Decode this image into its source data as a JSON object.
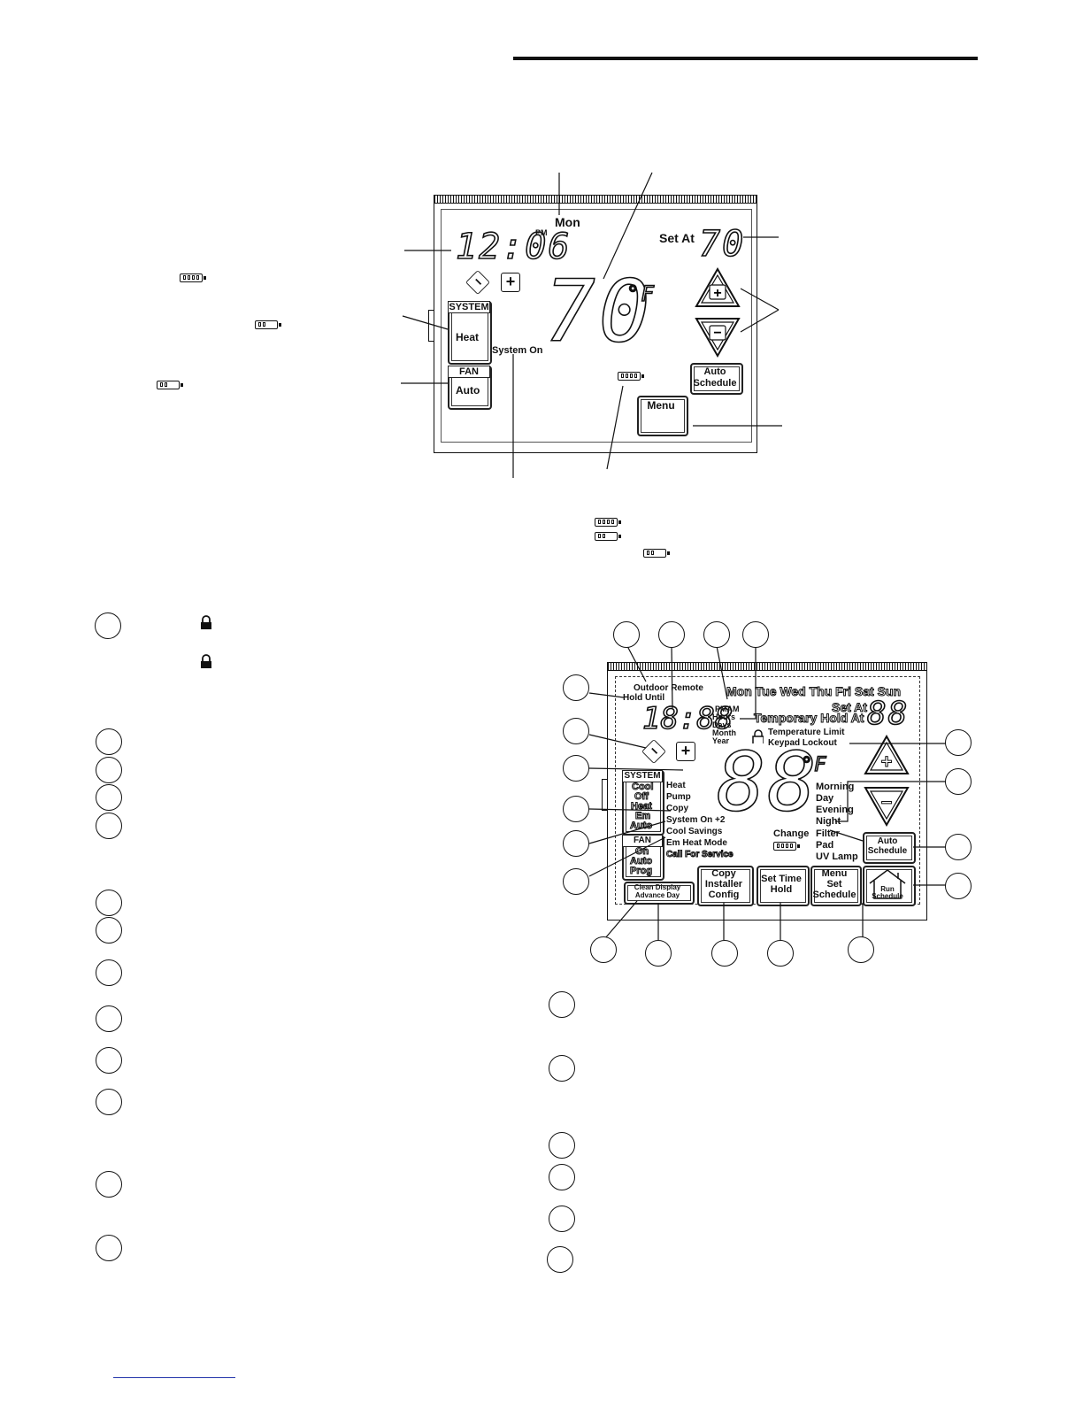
{
  "diagram1": {
    "day": "Mon",
    "clock": "12:06",
    "clock_suffix": "PM",
    "temperature": "70",
    "degree_unit": "°F",
    "set_at_label": "Set At",
    "set_at_value": "70",
    "system_header": "SYSTEM",
    "system_mode": "Heat",
    "fan_header": "FAN",
    "fan_mode": "Auto",
    "system_on": "System On",
    "auto_schedule_line1": "Auto",
    "auto_schedule_line2": "Schedule",
    "menu_button": "Menu",
    "minus": "−",
    "plus": "+"
  },
  "diagram2": {
    "outdoor_remote": "Outdoor Remote",
    "hold_until": "Hold Until",
    "days": "Mon Tue Wed Thu Fri Sat Sun",
    "clock": "18:88",
    "pmam": "PMAM",
    "hours": "Hours",
    "days_unit": "Days",
    "month": "Month",
    "year": "Year",
    "set_at_label": "Set At",
    "temporary_hold": "Temporary Hold At",
    "set_at_value": "88",
    "temp_limit": "Temperature Limit",
    "keypad_lockout": "Keypad Lockout",
    "temperature": "88",
    "degree_unit": "°F",
    "system_header": "SYSTEM",
    "system_modes": [
      "Cool",
      "Off",
      "Heat",
      "Em",
      "Auto"
    ],
    "fan_header": "FAN",
    "fan_modes": [
      "On",
      "Auto",
      "Prog"
    ],
    "status_lines": [
      "Heat",
      "Pump",
      "Copy",
      "System On +2",
      "Cool Savings",
      "Em Heat Mode",
      "Call For Service"
    ],
    "periods": [
      "Morning",
      "Day",
      "Evening",
      "Night"
    ],
    "change": "Change",
    "filter_items": [
      "Filter",
      "Pad",
      "UV Lamp"
    ],
    "auto_schedule_line1": "Auto",
    "auto_schedule_line2": "Schedule",
    "clean_display": "Clean Display",
    "advance_day": "Advance Day",
    "copy_btn": [
      "Copy",
      "Installer",
      "Config"
    ],
    "settime_btn": [
      "Set Time",
      "Hold"
    ],
    "menu_btn": [
      "Menu",
      "Set",
      "Schedule"
    ],
    "run_btn": [
      "Run",
      "Schedule"
    ],
    "minus": "−",
    "plus": "+"
  }
}
